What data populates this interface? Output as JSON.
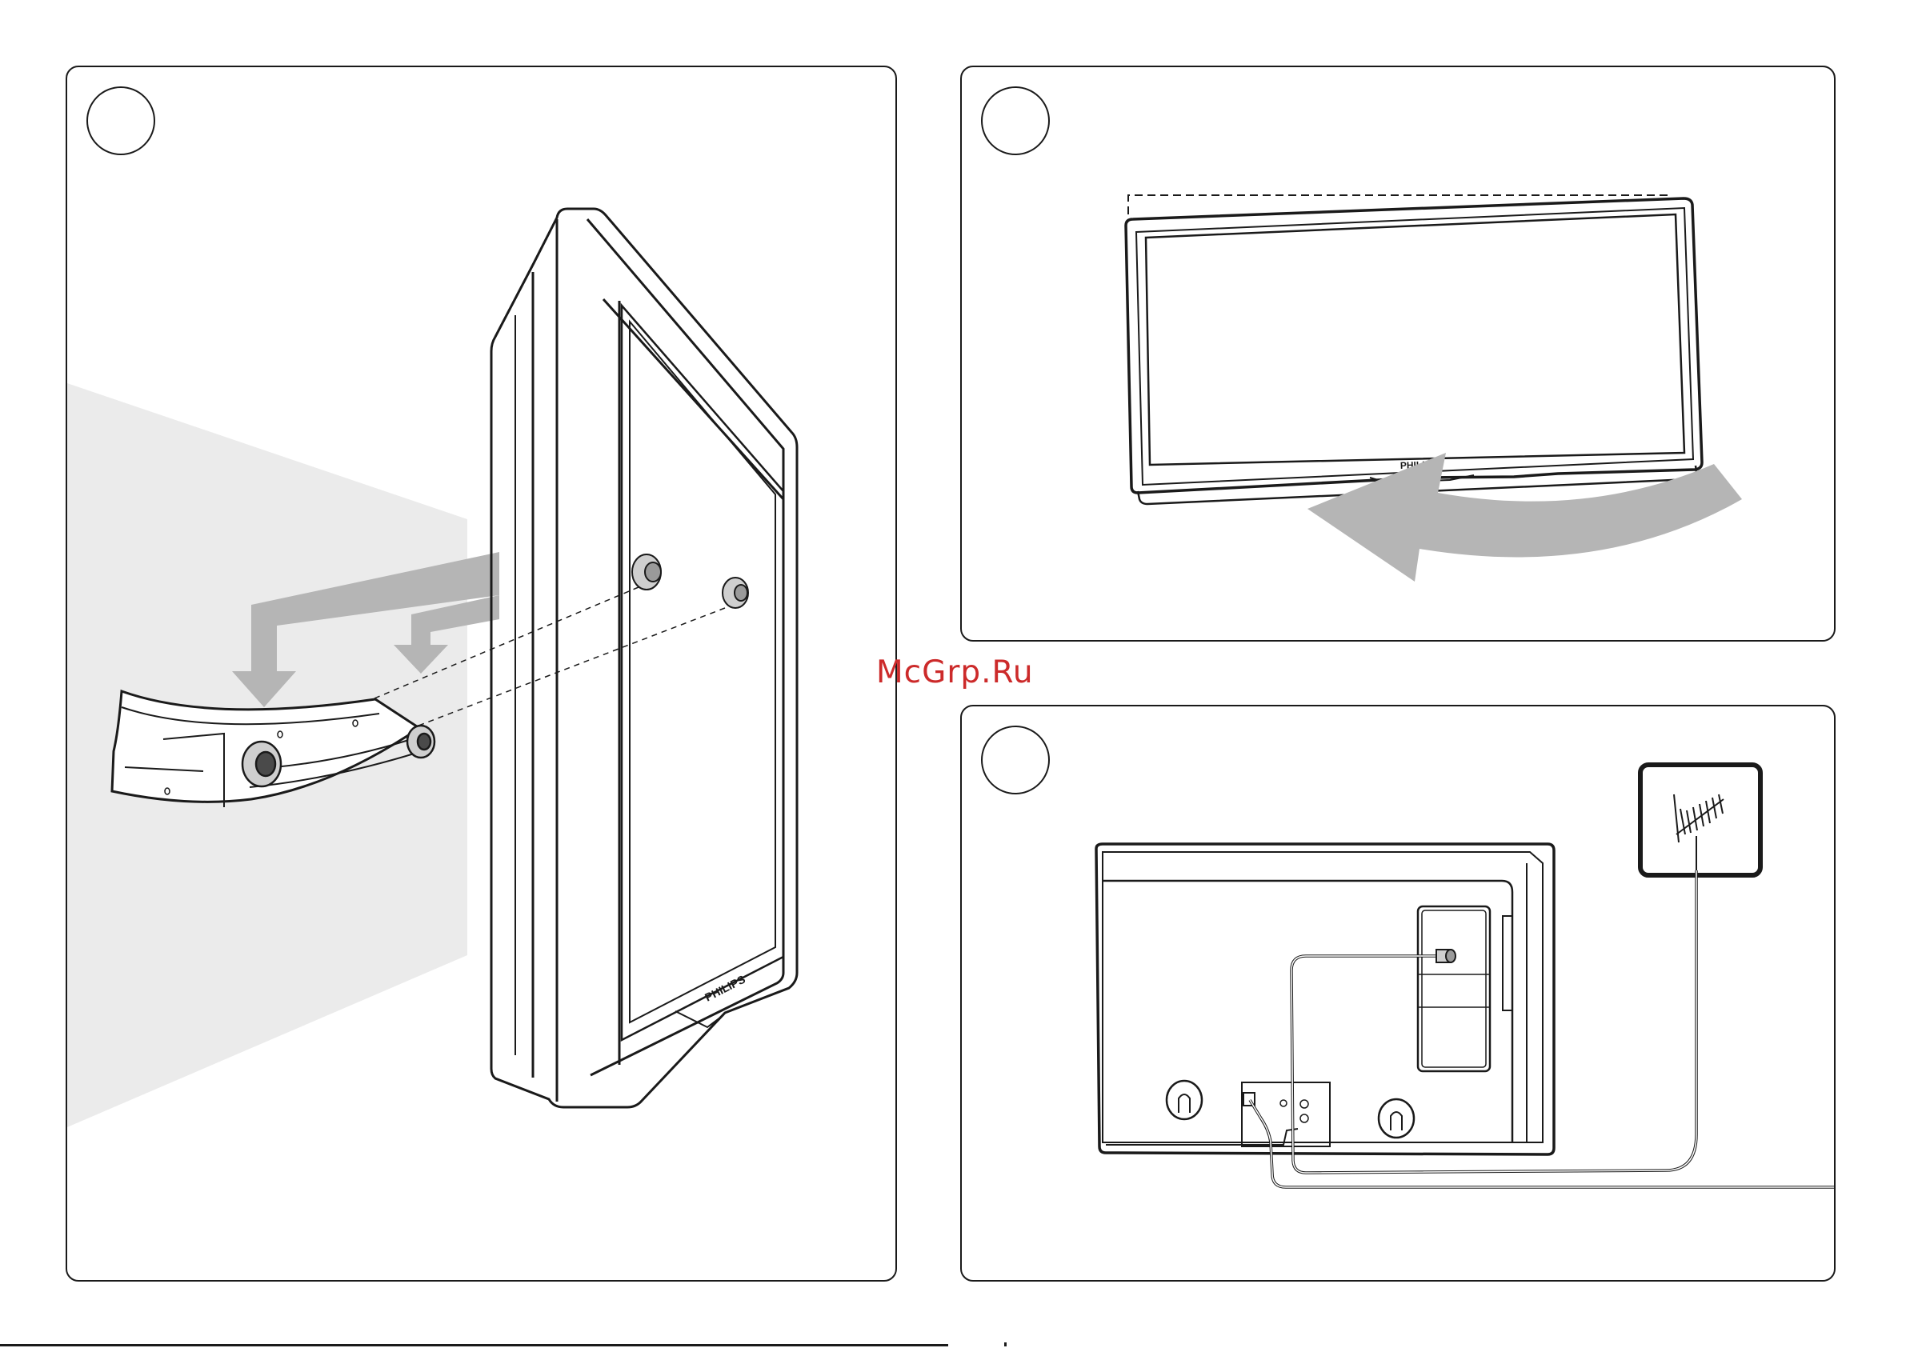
{
  "watermark": "McGrp.Ru",
  "panels": [
    {
      "step": "",
      "tv_logo": "PHILIPS"
    },
    {
      "step": "",
      "tv_logo": "PHILIPS"
    },
    {
      "step": ""
    }
  ],
  "icons": {
    "step_a": "blank-step-circle-icon",
    "step_b": "blank-step-circle-icon",
    "step_c": "blank-step-circle-icon",
    "antenna": "aerial-antenna-icon"
  },
  "colors": {
    "line": "#1a1a1a",
    "arrow": "#b5b5b5",
    "wall": "#ebebeb",
    "watermark": "#cc2a2a"
  }
}
